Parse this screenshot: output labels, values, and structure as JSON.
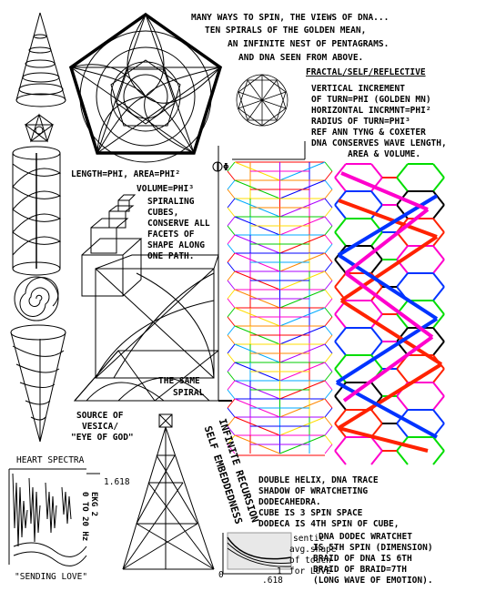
{
  "header": {
    "line1": "MANY WAYS TO SPIN, THE VIEWS OF DNA...",
    "line2": "TEN SPIRALS OF THE GOLDEN MEAN,",
    "line3": "AN INFINITE NEST OF PENTAGRAMS.",
    "line4": "AND DNA SEEN FROM ABOVE."
  },
  "fractal": {
    "title": "FRACTAL/SELF/REFLECTIVE",
    "lines": [
      "VERTICAL INCREMENT",
      "OF TURN=PHI (GOLDEN MN)",
      "HORIZONTAL INCRMNT=PHI²",
      "RADIUS OF TURN=PHI³",
      "REF ANN TYNG & COXETER",
      "DNA CONSERVES WAVE LENGTH,",
      "AREA & VOLUME."
    ]
  },
  "labels": {
    "length_area": "LENGTH=PHI, AREA=PHI²",
    "phi_symbol": "Φ",
    "volume": "VOLUME=PHI³",
    "cubes": [
      "SPIRALING",
      "CUBES,",
      "CONSERVE ALL",
      "FACETS OF",
      "SHAPE ALONG",
      "ONE PATH."
    ],
    "same_spiral": [
      "THE SAME",
      "SPIRAL"
    ],
    "vesica": [
      "SOURCE OF",
      "VESICA/",
      "\"EYE OF GOD\""
    ],
    "infinite_recursion": "INFINITE RECURSION",
    "self_embeddedness": "SELF EMBEDDEDNESS",
    "heart_spectra": "HEART SPECTRA",
    "ratio_1618": "1.618",
    "ekg": "EKG 2",
    "hz": "0 TO 20 Hz",
    "sending_love": "\"SENDING LOVE\"",
    "sentic": [
      "sentic",
      "avg.shape",
      "of touch",
      "for LOVE"
    ],
    "ratio_618": ".618",
    "zero": "0",
    "one": "1"
  },
  "bottom": {
    "lines": [
      "DOUBLE HELIX, DNA TRACE",
      "SHADOW OF WRATCHETING",
      "DODECAHEDRA.",
      "CUBE IS 3 SPIN SPACE",
      "DODECA IS 4TH SPIN OF CUBE,"
    ],
    "right_lines": [
      "DNA DODEC WRATCHET",
      "IS 5TH SPIN (DIMENSION)",
      "BRAID OF DNA IS 6TH",
      "BRAID OF BRAID=7TH",
      "(LONG WAVE OF EMOTION)."
    ]
  },
  "colors": {
    "ink": "#000000",
    "rainbow": [
      "#ff0000",
      "#ff8800",
      "#ffdd00",
      "#00cc00",
      "#00aaff",
      "#0000ff",
      "#aa00ff",
      "#ff00cc"
    ],
    "braid_red": "#ff2200",
    "braid_blue": "#0033ff",
    "braid_magenta": "#ff00cc",
    "braid_green": "#00dd00"
  }
}
